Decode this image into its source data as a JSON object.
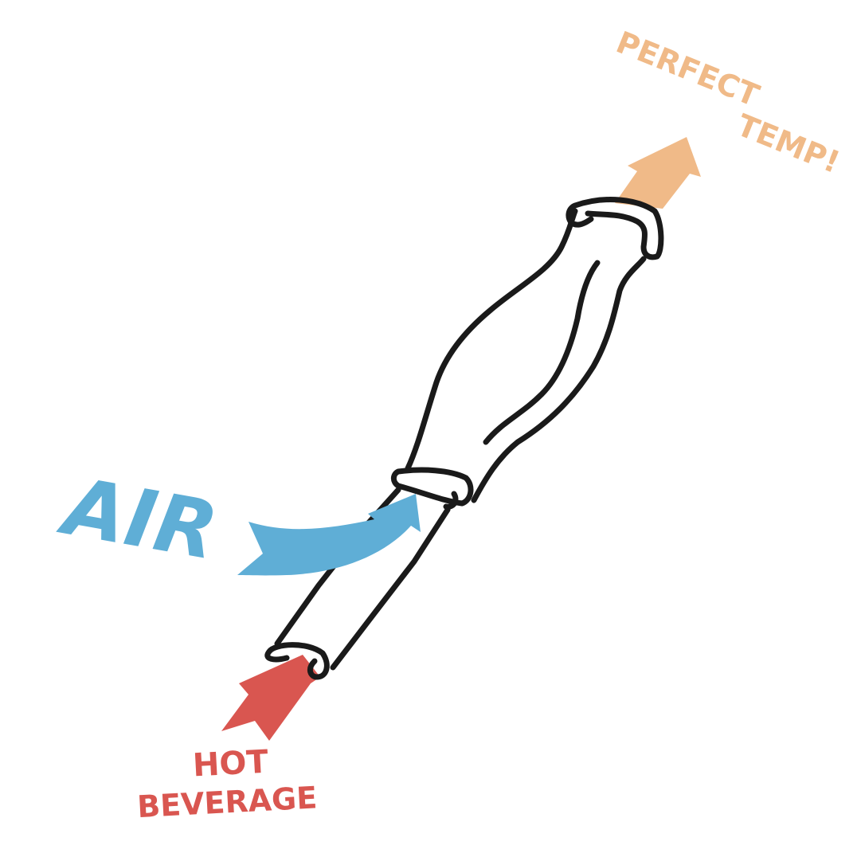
{
  "labels": {
    "air": "AIR",
    "output_line1": "PERFECT",
    "output_line2": "TEMP!",
    "input_line1": "HOT",
    "input_line2": "BEVERAGE"
  },
  "colors": {
    "air": "#5FAED6",
    "output": "#F0BA88",
    "input": "#D95650",
    "outline": "#1a1a1a"
  }
}
